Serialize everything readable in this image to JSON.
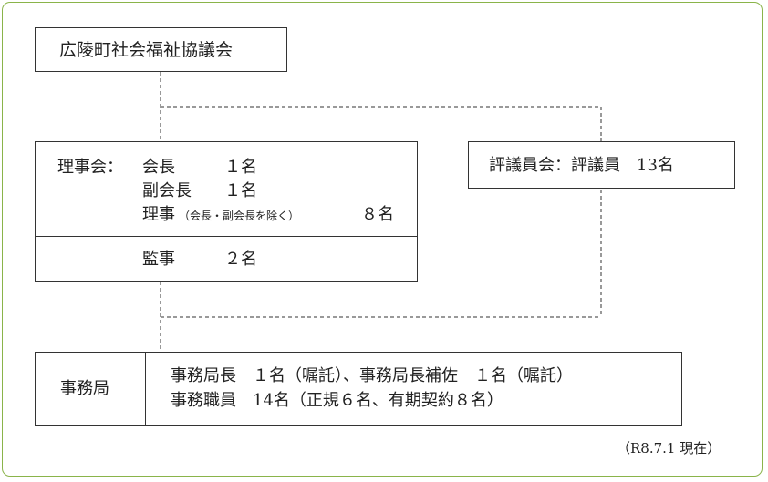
{
  "org_name": "広陵町社会福祉協議会",
  "board": {
    "title": "理事会：",
    "rows": [
      {
        "role": "会長",
        "count": "１名"
      },
      {
        "role": "副会長",
        "count": "１名"
      },
      {
        "role": "理事",
        "note": "（会長・副会長を除く）",
        "count": "８名"
      }
    ],
    "auditor": {
      "role": "監事",
      "count": "２名"
    }
  },
  "council": {
    "text": "評議員会：評議員　13名"
  },
  "secretariat": {
    "label": "事務局",
    "line1": "事務局長　１名（嘱託）、事務局長補佐　１名（嘱託）",
    "line2": "事務職員　14名（正規６名、有期契約８名）"
  },
  "as_of": "（R8.7.1 現在）",
  "colors": {
    "frame": "#8ab44a",
    "border": "#333333",
    "text": "#222222"
  }
}
